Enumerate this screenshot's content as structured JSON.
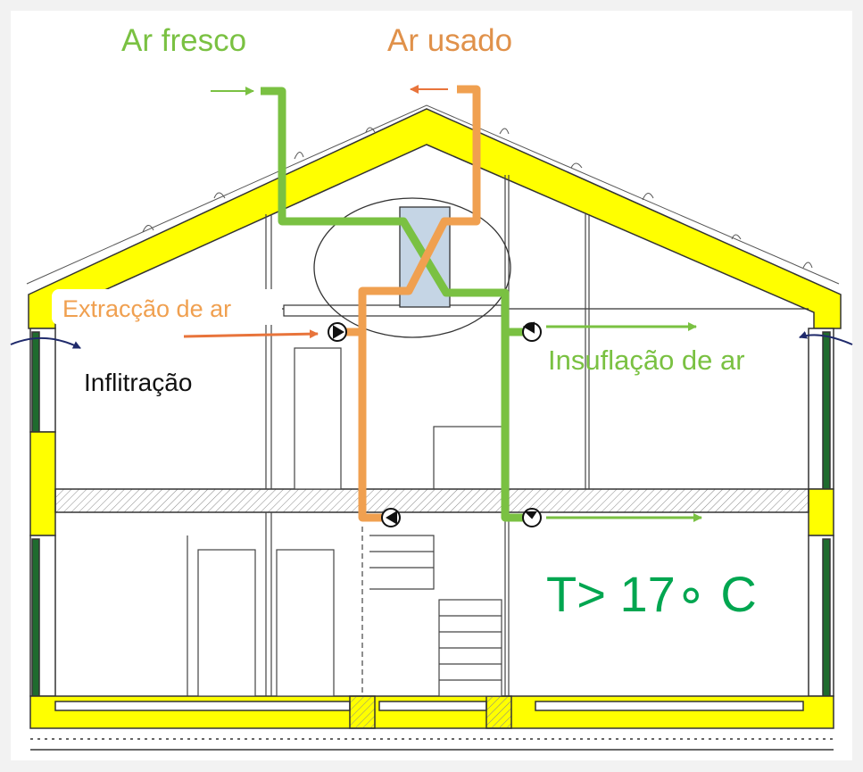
{
  "labels": {
    "fresh_air": "Ar fresco",
    "used_air": "Ar usado",
    "extraction": "Extracção de ar",
    "infiltration": "Inflitração",
    "insufflation": "Insuflação de ar",
    "temperature": "T> 17∘ C"
  },
  "colors": {
    "fresh_air": "#7ac142",
    "used_air": "#f0a050",
    "extraction_arrow": "#e8743b",
    "insulation": "#ffff00",
    "temperature_text": "#00a650",
    "background": "#f2f2f2",
    "heat_exchanger": "#c5d5e5",
    "wall_green": "#1f6b2e",
    "infiltration_arrow": "#1f2a6b"
  },
  "icons": [
    "fan-icon",
    "fan-icon",
    "fan-icon",
    "fan-icon"
  ]
}
